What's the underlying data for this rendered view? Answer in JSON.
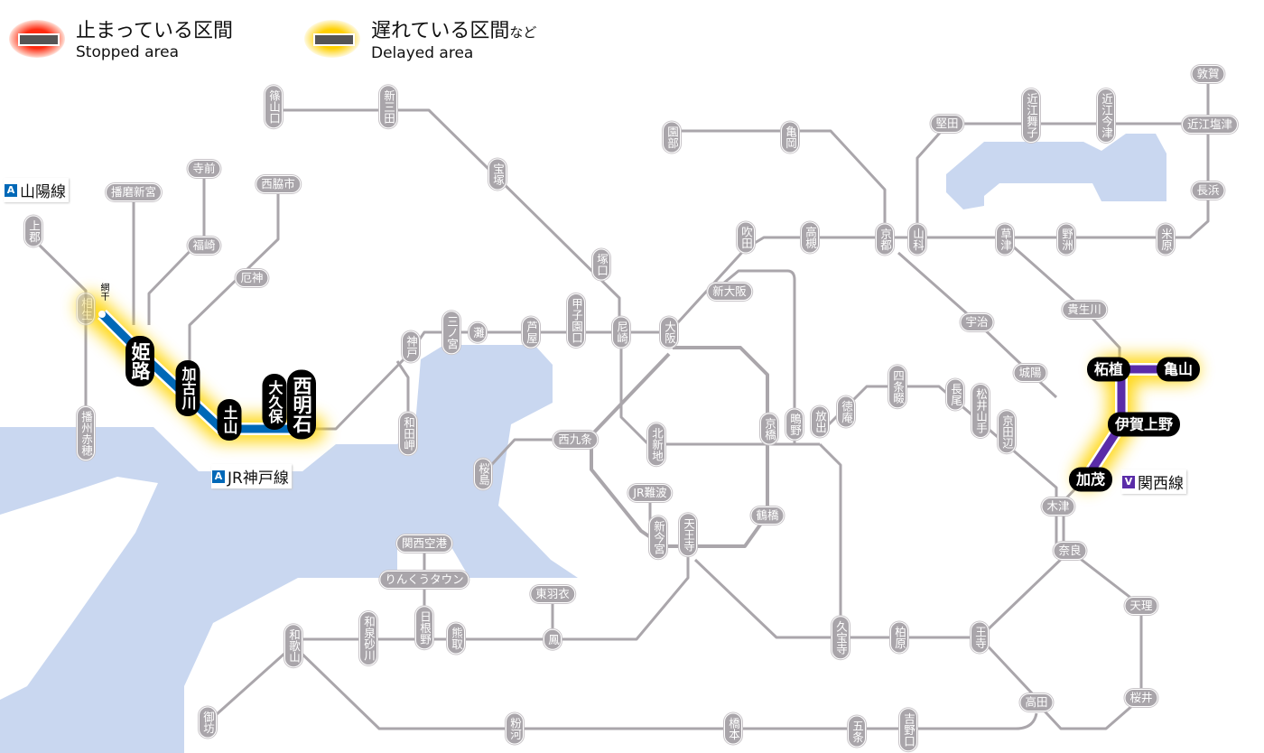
{
  "legend": {
    "stopped": {
      "jp": "止まっている区間",
      "en": "Stopped area",
      "color": "#ff3a1a"
    },
    "delayed": {
      "jp": "遅れている区間",
      "jp_suffix": "など",
      "en": "Delayed area",
      "color": "#ffd400"
    }
  },
  "line_labels": [
    {
      "code": "A",
      "name": "山陽線",
      "color": "#0068b7"
    },
    {
      "code": "A",
      "name": "JR神戸線",
      "color": "#0068b7"
    },
    {
      "code": "V",
      "name": "関西線",
      "color": "#5a2ca8"
    }
  ],
  "colors": {
    "line": "#aaa6ab",
    "water": "#c9d7f0",
    "sanyo_active": "#0068b7",
    "kansai_active": "#5a2ca8",
    "delay_glow": "#ffd400"
  },
  "small_labels": {
    "aboshi": "網干"
  },
  "stations": [
    {
      "name": "篠山口",
      "status": "normal"
    },
    {
      "name": "新三田",
      "status": "normal"
    },
    {
      "name": "宝塚",
      "status": "normal"
    },
    {
      "name": "園部",
      "status": "normal"
    },
    {
      "name": "亀岡",
      "status": "normal"
    },
    {
      "name": "堅田",
      "status": "normal"
    },
    {
      "name": "近江舞子",
      "status": "normal"
    },
    {
      "name": "近江今津",
      "status": "normal"
    },
    {
      "name": "敦賀",
      "status": "normal"
    },
    {
      "name": "近江塩津",
      "status": "normal"
    },
    {
      "name": "長浜",
      "status": "normal"
    },
    {
      "name": "寺前",
      "status": "normal"
    },
    {
      "name": "西脇市",
      "status": "normal"
    },
    {
      "name": "播磨新宮",
      "status": "normal"
    },
    {
      "name": "上郡",
      "status": "normal"
    },
    {
      "name": "福崎",
      "status": "normal"
    },
    {
      "name": "厄神",
      "status": "normal"
    },
    {
      "name": "相生",
      "status": "normal"
    },
    {
      "name": "播州赤穂",
      "status": "normal"
    },
    {
      "name": "吹田",
      "status": "normal"
    },
    {
      "name": "高槻",
      "status": "normal"
    },
    {
      "name": "京都",
      "status": "normal"
    },
    {
      "name": "山科",
      "status": "normal"
    },
    {
      "name": "草津",
      "status": "normal"
    },
    {
      "name": "野洲",
      "status": "normal"
    },
    {
      "name": "米原",
      "status": "normal"
    },
    {
      "name": "新大阪",
      "status": "normal"
    },
    {
      "name": "塚口",
      "status": "normal"
    },
    {
      "name": "甲子園口",
      "status": "normal"
    },
    {
      "name": "芦屋",
      "status": "normal"
    },
    {
      "name": "灘",
      "status": "normal"
    },
    {
      "name": "三ノ宮",
      "status": "normal"
    },
    {
      "name": "神戸",
      "status": "normal"
    },
    {
      "name": "和田岬",
      "status": "normal"
    },
    {
      "name": "尼崎",
      "status": "normal"
    },
    {
      "name": "大阪",
      "status": "normal"
    },
    {
      "name": "宇治",
      "status": "normal"
    },
    {
      "name": "貴生川",
      "status": "normal"
    },
    {
      "name": "城陽",
      "status": "normal"
    },
    {
      "name": "四条畷",
      "status": "normal"
    },
    {
      "name": "長尾",
      "status": "normal"
    },
    {
      "name": "松井山手",
      "status": "normal"
    },
    {
      "name": "京田辺",
      "status": "normal"
    },
    {
      "name": "徳庵",
      "status": "normal"
    },
    {
      "name": "放出",
      "status": "normal"
    },
    {
      "name": "鴫野",
      "status": "normal"
    },
    {
      "name": "京橋",
      "status": "normal"
    },
    {
      "name": "北新地",
      "status": "normal"
    },
    {
      "name": "西九条",
      "status": "normal"
    },
    {
      "name": "桜島",
      "status": "normal"
    },
    {
      "name": "JR難波",
      "status": "normal"
    },
    {
      "name": "新今宮",
      "status": "normal"
    },
    {
      "name": "天王寺",
      "status": "normal"
    },
    {
      "name": "鶴橋",
      "status": "normal"
    },
    {
      "name": "木津",
      "status": "normal"
    },
    {
      "name": "奈良",
      "status": "normal"
    },
    {
      "name": "天理",
      "status": "normal"
    },
    {
      "name": "関西空港",
      "status": "normal"
    },
    {
      "name": "りんくうタウン",
      "status": "normal"
    },
    {
      "name": "東羽衣",
      "status": "normal"
    },
    {
      "name": "和歌山",
      "status": "normal"
    },
    {
      "name": "和泉砂川",
      "status": "normal"
    },
    {
      "name": "日根野",
      "status": "normal"
    },
    {
      "name": "熊取",
      "status": "normal"
    },
    {
      "name": "鳳",
      "status": "normal"
    },
    {
      "name": "久宝寺",
      "status": "normal"
    },
    {
      "name": "柏原",
      "status": "normal"
    },
    {
      "name": "王寺",
      "status": "normal"
    },
    {
      "name": "高田",
      "status": "normal"
    },
    {
      "name": "桜井",
      "status": "normal"
    },
    {
      "name": "御坊",
      "status": "normal"
    },
    {
      "name": "粉河",
      "status": "normal"
    },
    {
      "name": "橋本",
      "status": "normal"
    },
    {
      "name": "五条",
      "status": "normal"
    },
    {
      "name": "吉野口",
      "status": "normal"
    },
    {
      "name": "姫路",
      "status": "delayed"
    },
    {
      "name": "加古川",
      "status": "delayed"
    },
    {
      "name": "土山",
      "status": "delayed"
    },
    {
      "name": "大久保",
      "status": "delayed"
    },
    {
      "name": "西明石",
      "status": "delayed"
    },
    {
      "name": "柘植",
      "status": "delayed"
    },
    {
      "name": "亀山",
      "status": "delayed"
    },
    {
      "name": "伊賀上野",
      "status": "delayed"
    },
    {
      "name": "加茂",
      "status": "delayed"
    }
  ]
}
